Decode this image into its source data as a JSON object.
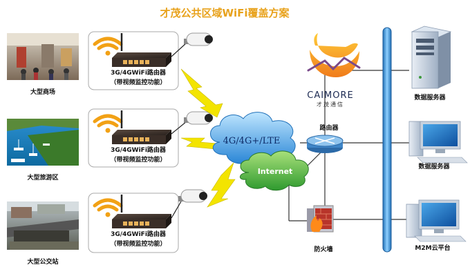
{
  "title": "才茂公共区域WiFi覆盖方案",
  "sites": [
    {
      "place": "大型商场",
      "router_line1": "3G/4GWiFi路由器",
      "router_line2": "（带视频监控功能）"
    },
    {
      "place": "大型旅游区",
      "router_line1": "3G/4GWiFi路由器",
      "router_line2": "（带视频监控功能）"
    },
    {
      "place": "大型公交站",
      "router_line1": "3G/4GWiFi路由器",
      "router_line2": "（带视频监控功能）"
    }
  ],
  "network": {
    "cellular_cloud": "4G/4G+/LTE",
    "internet_cloud": "Internet",
    "router_label": "路由器",
    "firewall_label": "防火墙"
  },
  "brand": {
    "name": "CAIMORE",
    "chinese": "才茂通信"
  },
  "servers": [
    {
      "label": "数据服务器"
    },
    {
      "label": "数据服务器"
    },
    {
      "label": "M2M云平台"
    }
  ],
  "colors": {
    "title": "#e8a21c",
    "wifi": "#f2a115",
    "bolt": "#f3e400",
    "bus": "#2c8fd6",
    "cloud": "#1e7fd0",
    "internet": "#3aa83a"
  }
}
